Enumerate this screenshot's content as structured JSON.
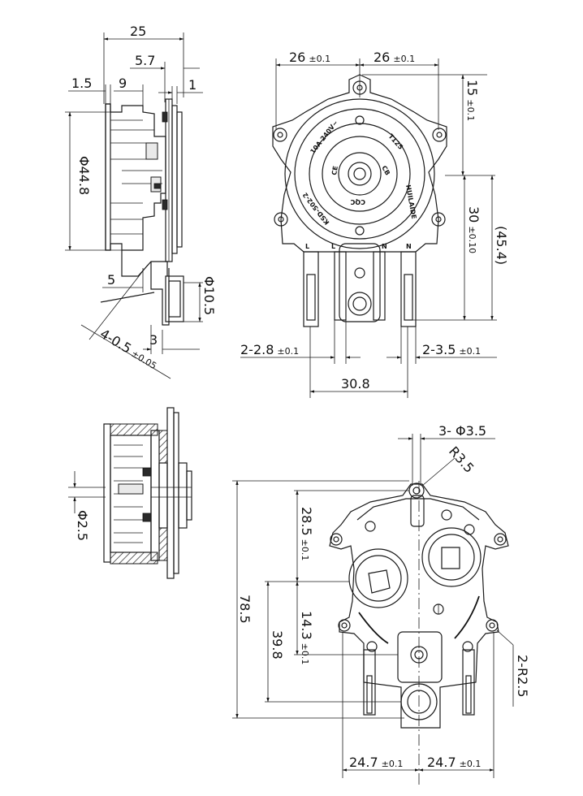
{
  "side_view": {
    "width_25": "25",
    "offset_5_7": "5.7",
    "gap_1_5": "1.5",
    "gap_9": "9",
    "gap_1": "1",
    "diameter_44_8": "Φ44.8",
    "gap_5": "5",
    "diameter_10_5": "Φ10.5",
    "gap_3": "3",
    "pins_label": "4-0.5",
    "pins_tol": "±0.05"
  },
  "front_view": {
    "left_26": "26",
    "left_26_tol": "±0.1",
    "right_26": "26",
    "right_26_tol": "±0.1",
    "top_15": "15",
    "top_15_tol": "±0.1",
    "mid_30": "30",
    "mid_30_tol": "±0.10",
    "total_45_4": "(45.4)",
    "pin_2_8": "2-2.8",
    "pin_2_8_tol": "±0.1",
    "pin_3_5": "2-3.5",
    "pin_3_5_tol": "±0.1",
    "spacing_30_8": "30.8",
    "ring_rating": "10A 240V~",
    "ring_temp": "T125",
    "ring_brand": "HUILAIDE",
    "ring_model": "KSD-502-2",
    "ring_cqc": "CQC",
    "ring_ce": "CE",
    "ring_cb": "CB",
    "term_L": "L",
    "term_N": "N",
    "term_L2": "L",
    "term_N2": "N"
  },
  "section_view": {
    "diameter_2_5": "Φ2.5"
  },
  "base_view": {
    "holes": "3- Φ3.5",
    "radius_3_5": "R3.5",
    "height_28_5": "28.5",
    "height_28_5_tol": "±0.1",
    "height_78_5": "78.5",
    "height_39_8": "39.8",
    "height_14_3": "14.3",
    "height_14_3_tol": "±0.1",
    "radius_2_5": "2-R2.5",
    "width_left": "24.7",
    "width_left_tol": "±0.1",
    "width_right": "24.7",
    "width_right_tol": "±0.1"
  }
}
